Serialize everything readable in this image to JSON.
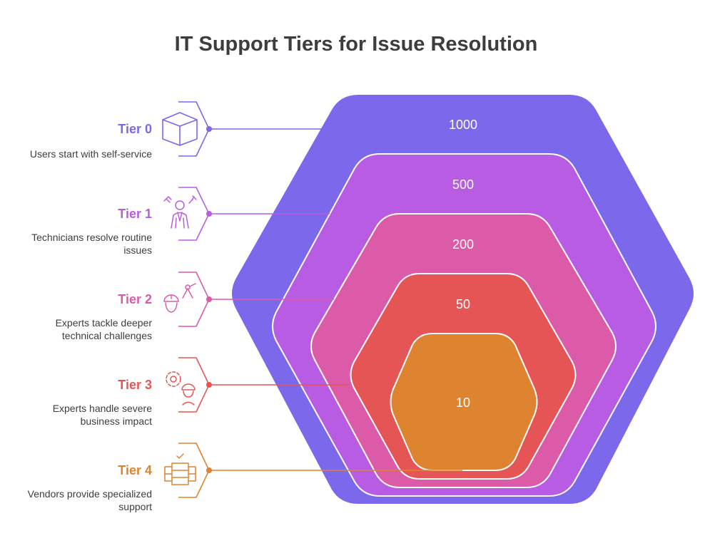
{
  "title": "IT Support Tiers for Issue Resolution",
  "tiers": [
    {
      "label": "Tier 0",
      "desc": [
        "Users start with self-service"
      ],
      "count": "1000",
      "color": "#7B68EA",
      "icon": "box-icon"
    },
    {
      "label": "Tier 1",
      "desc": [
        "Technicians resolve routine",
        "issues"
      ],
      "count": "500",
      "color": "#B85CE3",
      "icon": "technician-icon"
    },
    {
      "label": "Tier 2",
      "desc": [
        "Experts tackle deeper",
        "technical challenges"
      ],
      "count": "200",
      "color": "#DC5BA8",
      "icon": "expert-tools-icon"
    },
    {
      "label": "Tier 3",
      "desc": [
        "Experts handle severe",
        "business impact"
      ],
      "count": "50",
      "color": "#E55555",
      "icon": "gear-engineer-icon"
    },
    {
      "label": "Tier 4",
      "desc": [
        "Vendors provide specialized",
        "support"
      ],
      "count": "10",
      "color": "#DE8330",
      "icon": "server-rack-icon"
    }
  ]
}
